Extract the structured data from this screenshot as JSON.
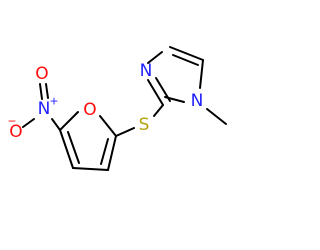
{
  "atoms": {
    "imidazole_n3": {
      "symbol": "N",
      "color": "#1f1fff"
    },
    "imidazole_n1": {
      "symbol": "N",
      "color": "#1f1fff"
    },
    "furan_o": {
      "symbol": "O",
      "color": "#ff0d0d"
    },
    "thioether_s": {
      "symbol": "S",
      "color": "#b2a30f"
    },
    "nitro_n": {
      "symbol": "N",
      "color": "#1f1fff",
      "charge": "+"
    },
    "nitro_o_double": {
      "symbol": "O",
      "color": "#ff0d0d"
    },
    "nitro_o_single": {
      "symbol": "O",
      "color": "#ff0d0d",
      "charge": "−"
    }
  },
  "bond_color": "#000000"
}
